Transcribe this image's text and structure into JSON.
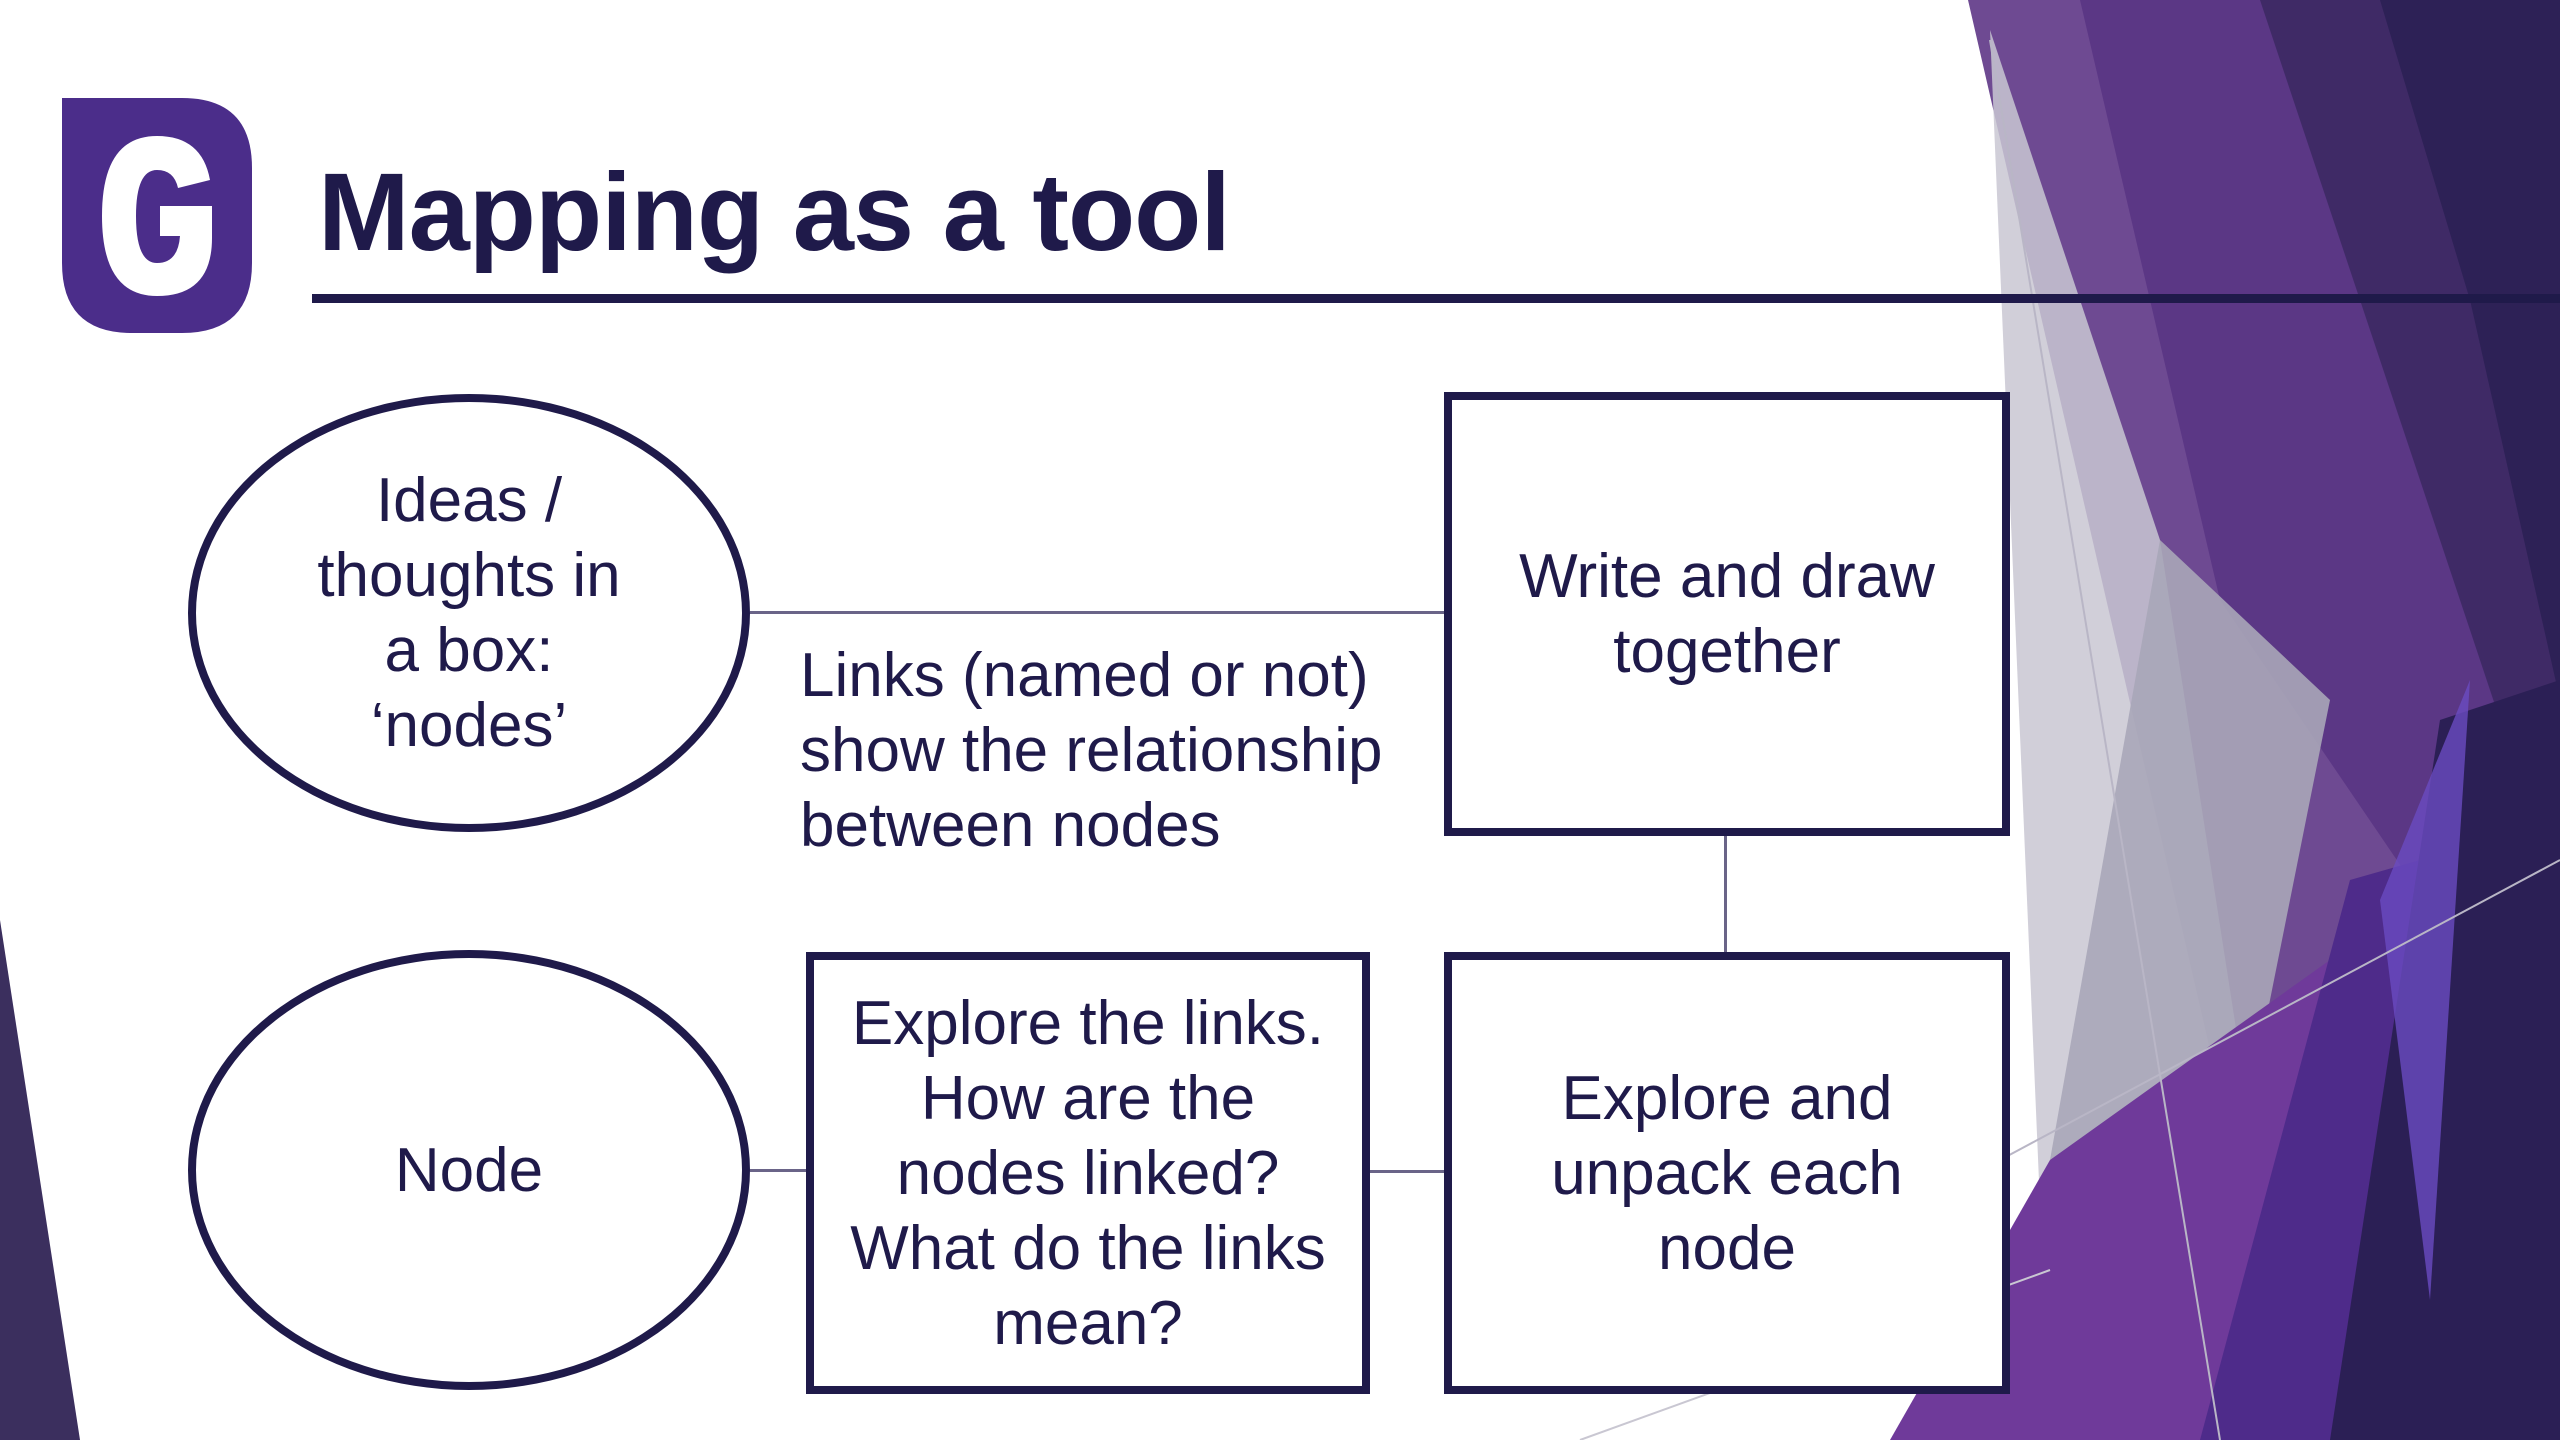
{
  "slide": {
    "title": "Mapping as a tool",
    "logo_letter": "G",
    "colors": {
      "text": "#1f1a4a",
      "logo": "#4b2d8a",
      "purple_dark": "#2b1f55",
      "purple_mid": "#5a2f85",
      "purple_light": "#7a3da0",
      "grey_light": "#c9c7d2"
    }
  },
  "diagram": {
    "nodes": [
      {
        "id": "ellipse-top",
        "shape": "ellipse",
        "text": "Ideas /\nthoughts in\na box:\n‘nodes’"
      },
      {
        "id": "ellipse-bottom",
        "shape": "ellipse",
        "text": "Node"
      },
      {
        "id": "box-write",
        "shape": "rectangle",
        "text": "Write and draw\ntogether"
      },
      {
        "id": "box-explore-links",
        "shape": "rectangle",
        "text": "Explore the links.\nHow are the\nnodes linked?\nWhat do the links\nmean?"
      },
      {
        "id": "box-explore-unpack",
        "shape": "rectangle",
        "text": "Explore and\nunpack each\nnode"
      }
    ],
    "free_text": "Links (named or not)\nshow the relationship\nbetween nodes",
    "edges": [
      {
        "from": "ellipse-top",
        "to": "box-write"
      },
      {
        "from": "box-write",
        "to": "box-explore-unpack"
      },
      {
        "from": "ellipse-bottom",
        "to": "box-explore-links"
      },
      {
        "from": "box-explore-links",
        "to": "box-explore-unpack"
      }
    ]
  }
}
